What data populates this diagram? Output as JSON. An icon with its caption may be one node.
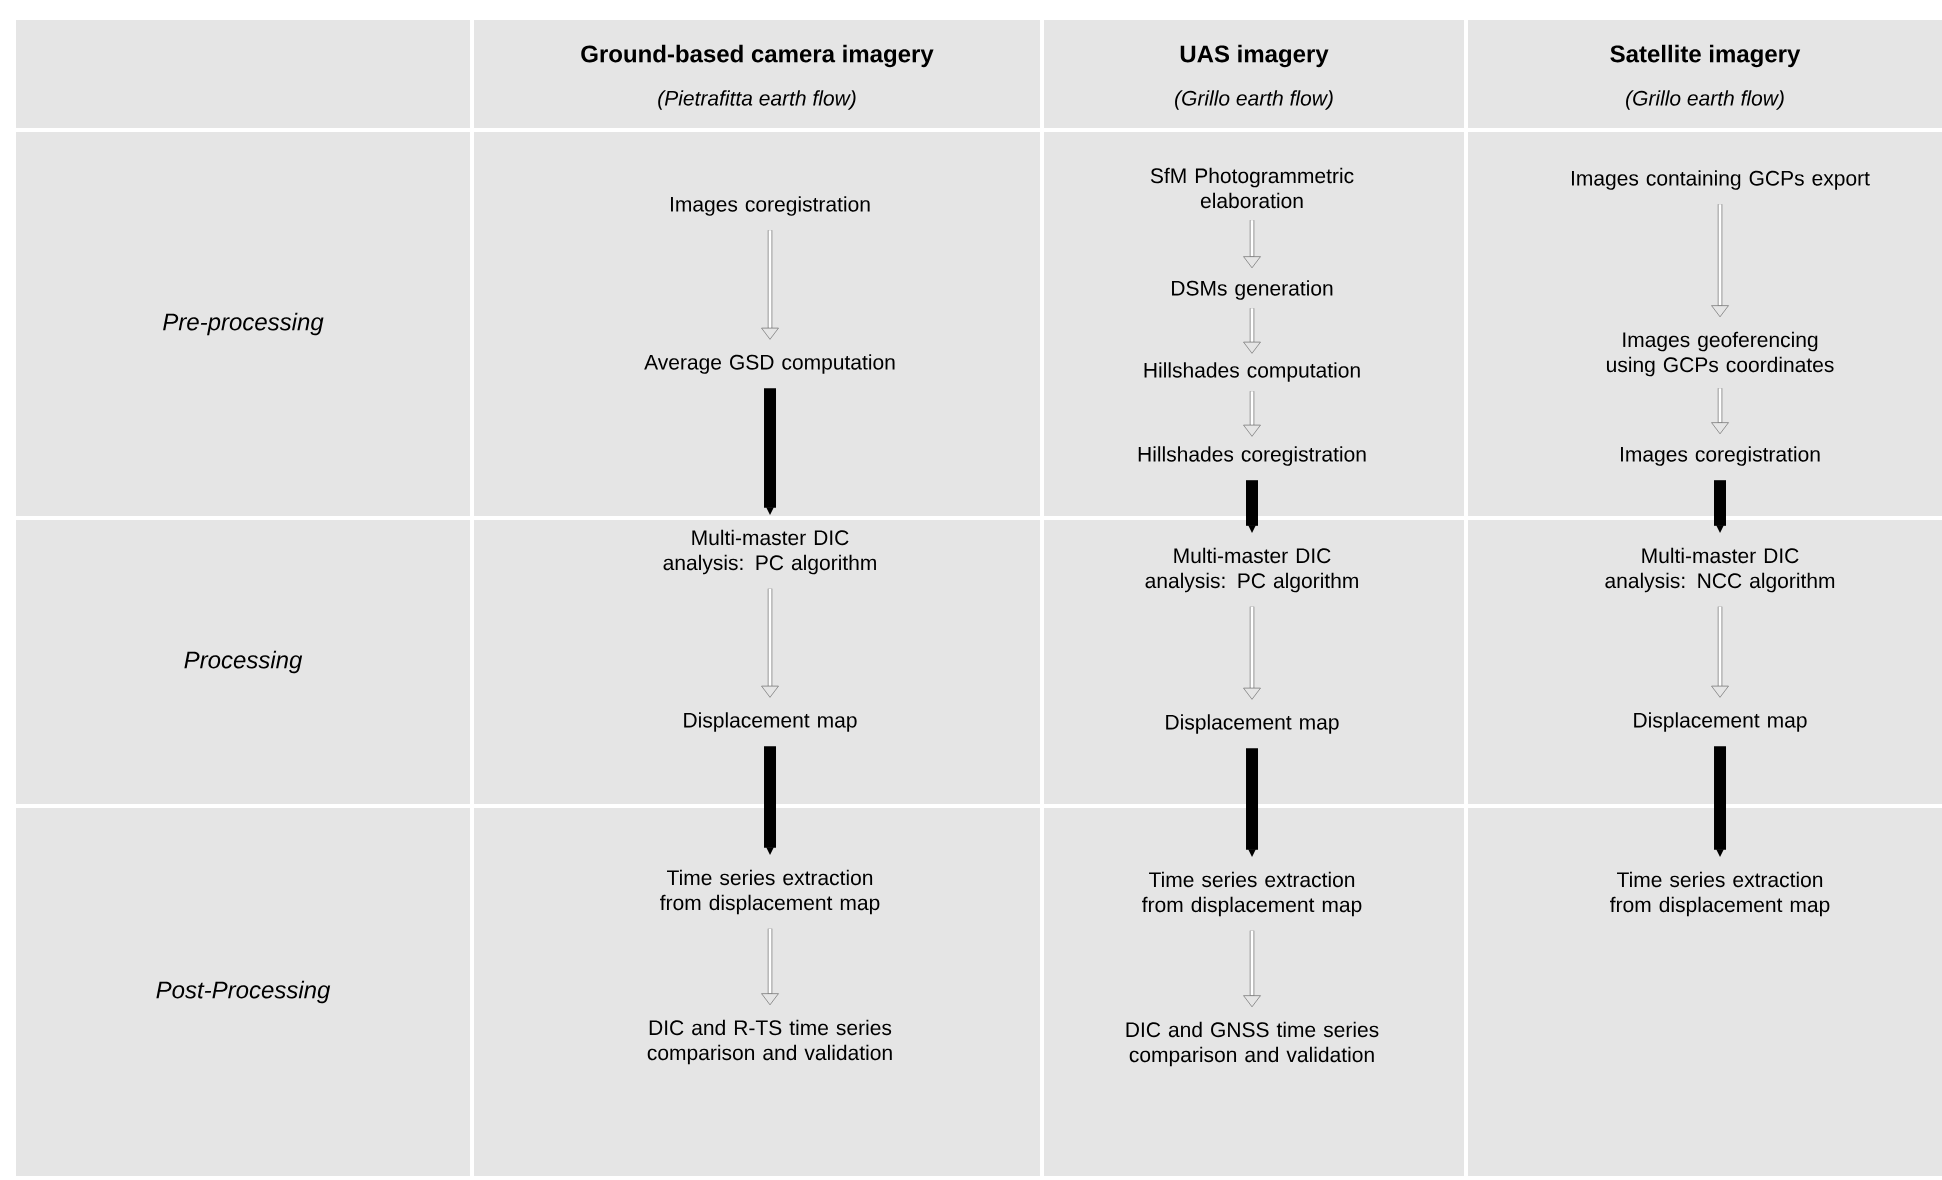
{
  "diagram": {
    "nodes": [
      {
        "text": [
          "Images coregistration"
        ]
      },
      {
        "text": [
          "Average GSD computation"
        ]
      },
      {
        "text": [
          "Multi-master DIC analysis: PC algorithm"
        ]
      },
      {
        "text": [
          "Displacement map"
        ]
      },
      {
        "text": [
          "Time series extraction from displacement map"
        ]
      },
      {
        "text": [
          "DIC and R-TS time series comparison and validation"
        ]
      },
      {
        "text": [
          "SfM Photogrammetric elaboration"
        ]
      },
      {
        "text": [
          "DSMs generation"
        ]
      },
      {
        "text": [
          "Hillshades computation"
        ]
      },
      {
        "text": [
          "Hillshades coregistration"
        ]
      },
      {
        "text": [
          "Multi-master DIC analysis: PC algorithm"
        ]
      },
      {
        "text": [
          "Displacement map"
        ]
      },
      {
        "text": [
          "Time series extraction from displacement map"
        ]
      },
      {
        "text": [
          "DIC and GNSS time series comparison and validation"
        ]
      },
      {
        "text": [
          "Images containing GCPs export"
        ]
      },
      {
        "text": [
          "Images geoferencing using GCPs coordinates"
        ]
      },
      {
        "text": [
          "Images coregistration"
        ]
      },
      {
        "text": [
          "Multi-master DIC analysis: NCC algorithm"
        ]
      },
      {
        "text": [
          "Displacement map"
        ]
      },
      {
        "text": [
          "Time series extraction from displacement map"
        ]
      }
    ],
    "edges": [
      {
        "from": 0,
        "to": 1,
        "arrow": "to"
      },
      {
        "from": 1,
        "to": 2,
        "arrow": "to",
        "style": "thick"
      },
      {
        "from": 2,
        "to": 3,
        "arrow": "to"
      },
      {
        "from": 3,
        "to": 4,
        "arrow": "to",
        "style": "thick"
      },
      {
        "from": 4,
        "to": 5,
        "arrow": "to"
      },
      {
        "from": 6,
        "to": 7,
        "arrow": "to"
      },
      {
        "from": 7,
        "to": 8,
        "arrow": "to"
      },
      {
        "from": 8,
        "to": 9,
        "arrow": "to"
      },
      {
        "from": 9,
        "to": 10,
        "arrow": "to",
        "style": "thick"
      },
      {
        "from": 10,
        "to": 11,
        "arrow": "to"
      },
      {
        "from": 11,
        "to": 12,
        "arrow": "to",
        "style": "thick"
      },
      {
        "from": 12,
        "to": 13,
        "arrow": "to"
      },
      {
        "from": 14,
        "to": 15,
        "arrow": "to"
      },
      {
        "from": 15,
        "to": 16,
        "arrow": "to"
      },
      {
        "from": 16,
        "to": 17,
        "arrow": "to",
        "style": "thick"
      },
      {
        "from": 17,
        "to": 18,
        "arrow": "to"
      },
      {
        "from": 18,
        "to": 19,
        "arrow": "to",
        "style": "thick"
      }
    ],
    "labels": [
      "Ground-based camera imagery",
      "(Pietrafitta earth flow)",
      "UAS imagery",
      "(Grillo earth flow)",
      "Satellite imagery",
      "(Grillo earth flow)",
      "Pre-processing",
      "Processing",
      "Post-Processing"
    ]
  }
}
